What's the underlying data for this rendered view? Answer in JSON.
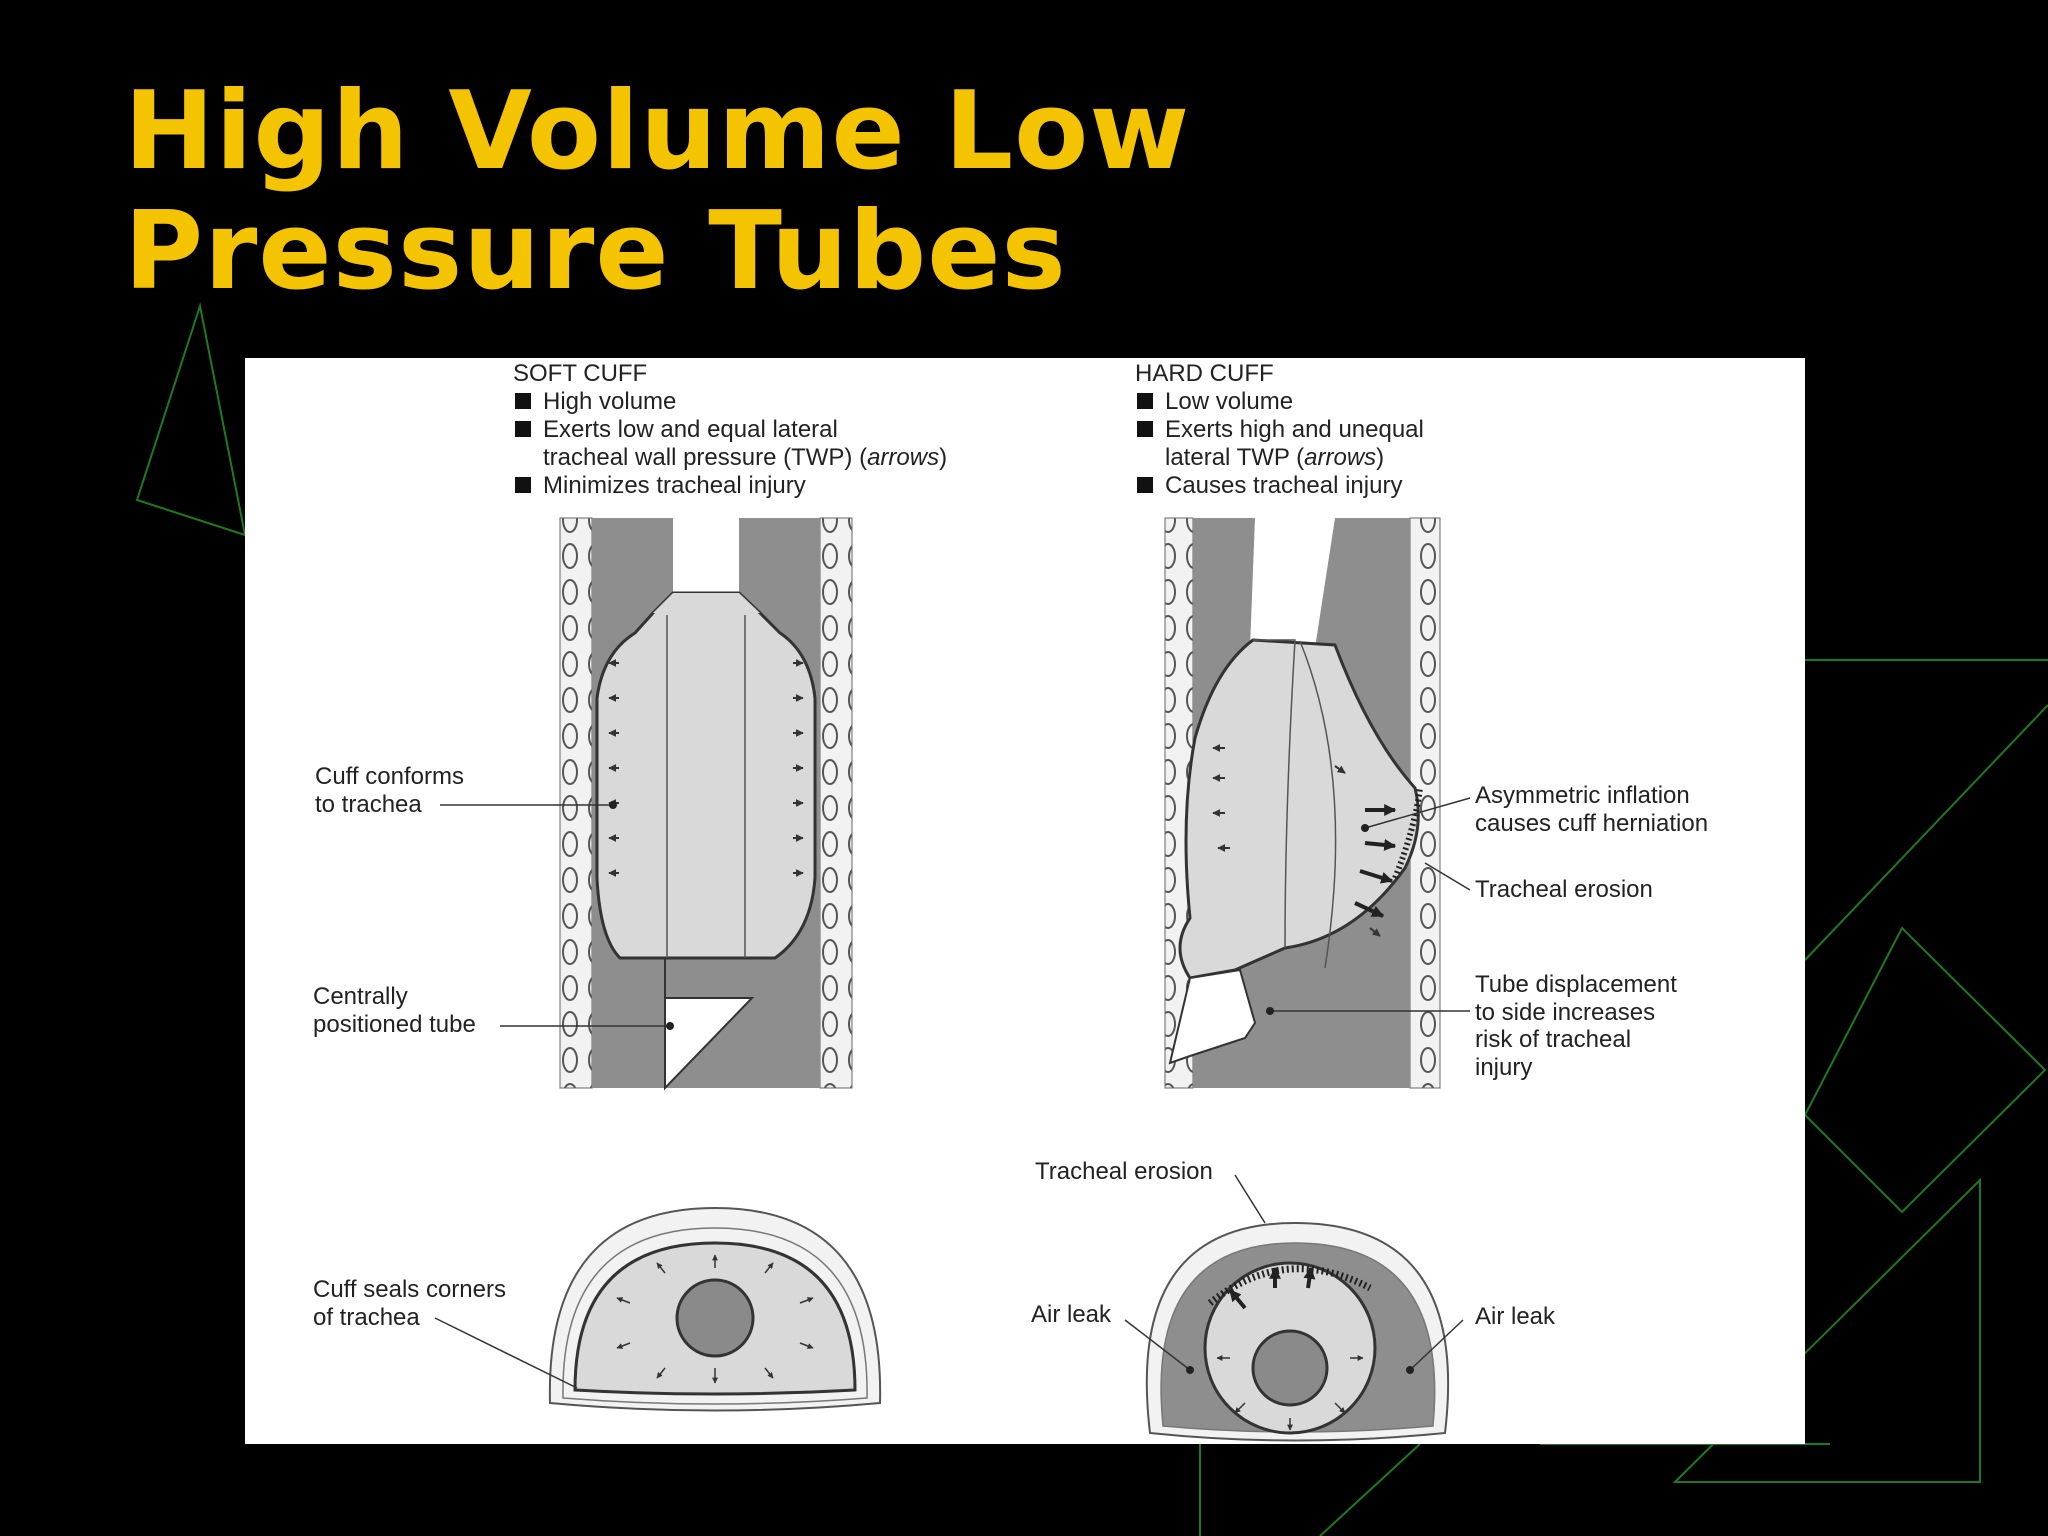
{
  "slide": {
    "title_line1": "High Volume Low",
    "title_line2": "Pressure Tubes",
    "title_color": "#F5C400",
    "background": "#000000",
    "decoration_color": "#1E7A1E"
  },
  "figure": {
    "soft_cuff": {
      "heading": "SOFT CUFF",
      "bullets": [
        "High volume",
        "Exerts low and equal lateral",
        "tracheal wall pressure (TWP) (",
        "arrows",
        ")",
        "Minimizes tracheal injury"
      ]
    },
    "hard_cuff": {
      "heading": "HARD CUFF",
      "bullets": [
        "Low volume",
        "Exerts high and unequal",
        "lateral TWP (",
        "arrows",
        ")",
        "Causes tracheal injury"
      ]
    },
    "callouts": {
      "cuff_conforms": [
        "Cuff conforms",
        "to trachea"
      ],
      "centrally_positioned": [
        "Centrally",
        "positioned tube"
      ],
      "cuff_seals": [
        "Cuff seals corners",
        "of trachea"
      ],
      "asymmetric": [
        "Asymmetric inflation",
        "causes cuff herniation"
      ],
      "tracheal_erosion_side": "Tracheal erosion",
      "tube_displacement": [
        "Tube displacement",
        "to side increases",
        "risk of tracheal",
        "injury"
      ],
      "tracheal_erosion_top": "Tracheal erosion",
      "air_leak_left": "Air leak",
      "air_leak_right": "Air leak"
    },
    "colors": {
      "wall_dark": "#8E8E8E",
      "cuff_fill": "#D9D9D9",
      "tube_core": "#8A8A8A",
      "line": "#333333"
    }
  }
}
